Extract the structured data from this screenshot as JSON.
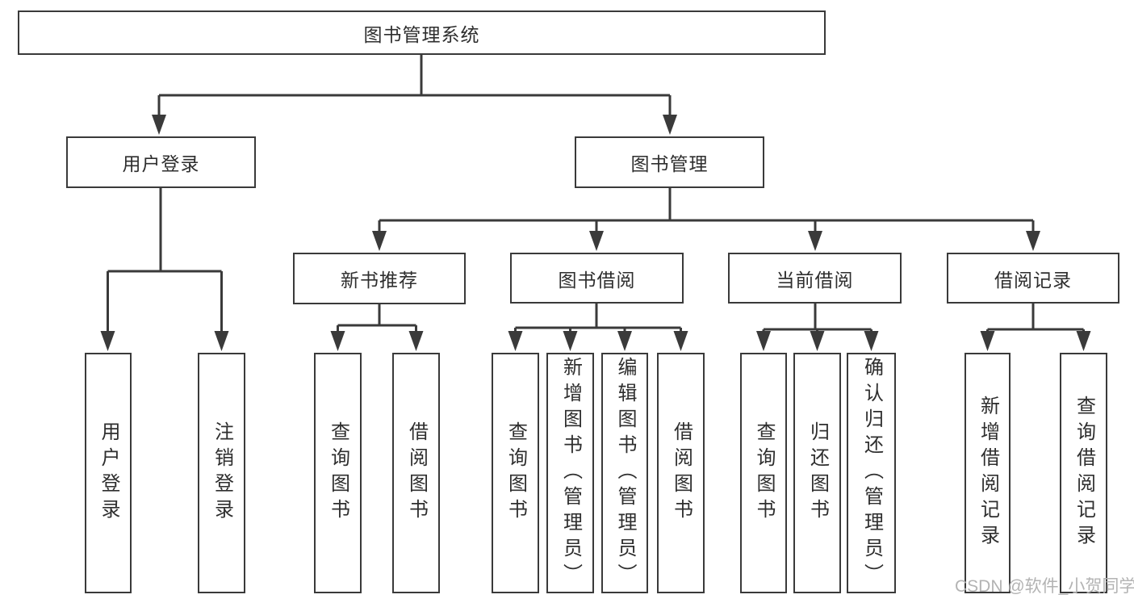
{
  "colors": {
    "line": "#3a3a3a",
    "box_border": "#3a3a3a",
    "box_fill": "#ffffff",
    "text": "#2e2e2e",
    "watermark": "#b3b3b3",
    "background": "#ffffff"
  },
  "diagram": {
    "root": {
      "label": "图书管理系统"
    },
    "branches": [
      {
        "label": "用户登录",
        "children": [
          {
            "label": "用户登录"
          },
          {
            "label": "注销登录"
          }
        ]
      },
      {
        "label": "图书管理",
        "groups": [
          {
            "label": "新书推荐",
            "children": [
              {
                "label": "查询图书"
              },
              {
                "label": "借阅图书"
              }
            ]
          },
          {
            "label": "图书借阅",
            "children": [
              {
                "label": "查询图书"
              },
              {
                "label": "新增图书（管理员）"
              },
              {
                "label": "编辑图书（管理员）"
              },
              {
                "label": "借阅图书"
              }
            ]
          },
          {
            "label": "当前借阅",
            "children": [
              {
                "label": "查询图书"
              },
              {
                "label": "归还图书"
              },
              {
                "label": "确认归还（管理员）"
              }
            ]
          },
          {
            "label": "借阅记录",
            "children": [
              {
                "label": "新增借阅记录"
              },
              {
                "label": "查询借阅记录"
              }
            ]
          }
        ]
      }
    ]
  },
  "watermark": {
    "text": "CSDN @软件_小贺同学"
  }
}
